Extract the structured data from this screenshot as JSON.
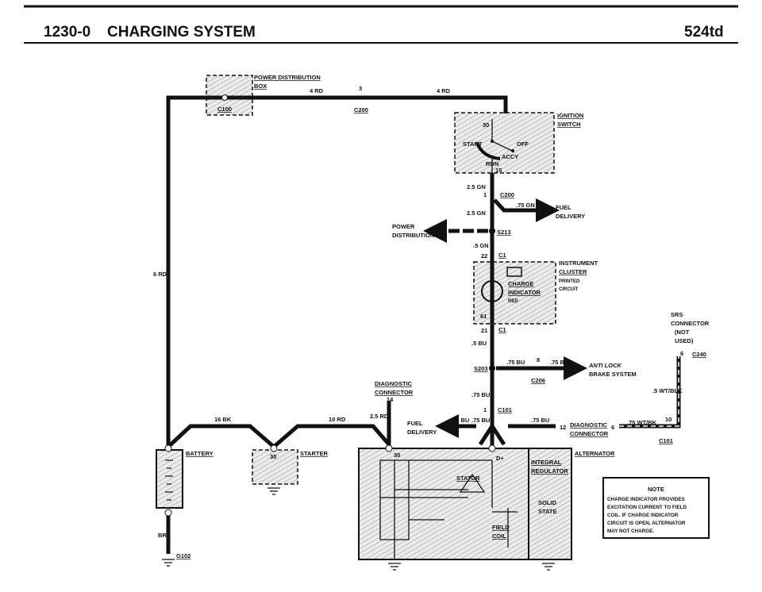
{
  "header": {
    "section": "1230-0",
    "title": "CHARGING SYSTEM",
    "model": "524td"
  },
  "components": {
    "power_box": [
      "POWER DISTRIBUTION",
      "BOX"
    ],
    "ignition": [
      "IGNITION",
      "SWITCH"
    ],
    "ignition_positions": {
      "p30": "30",
      "start": "START",
      "off": "OFF",
      "accy": "ACCY",
      "run": "RUN",
      "p15": "15"
    },
    "cluster": [
      "INSTRUMENT",
      "CLUSTER",
      "PRINTED",
      "CIRCUIT"
    ],
    "indicator": [
      "CHARGE",
      "INDICATOR",
      "RED"
    ],
    "pin61": "61",
    "battery": "BATTERY",
    "starter": "STARTER",
    "starter_pin": "30",
    "alternator": "ALTERNATOR",
    "alt_pin30": "30",
    "alt_dplus": "D+",
    "regulator": [
      "INTEGRAL",
      "REGULATOR",
      "SOLID",
      "STATE"
    ],
    "stator": "STATOR",
    "field_coil": [
      "FIELD",
      "COIL"
    ],
    "srs": [
      "SRS",
      "CONNECTOR",
      "(NOT",
      "USED)"
    ],
    "diag_left": [
      "DIAGNOSTIC",
      "CONNECTOR"
    ],
    "diag_right": [
      "DIAGNOSTIC",
      "CONNECTOR"
    ],
    "fuel1": [
      "FUEL",
      "DELIVERY"
    ],
    "fuel2": [
      "FUEL",
      "DELIVERY"
    ],
    "power_dist": [
      "POWER",
      "DISTRIBUTION"
    ],
    "abs": [
      "ANTI LOCK",
      "BRAKE SYSTEM"
    ]
  },
  "connectors": {
    "c100": "C100",
    "c200a": "C200",
    "c200a_pin": "3",
    "c200b": "C200",
    "c200b_pin": "1",
    "s213": "S213",
    "c1a": "C1",
    "c1a_pin": "22",
    "c1b": "C1",
    "c1b_pin": "21",
    "s203": "S203",
    "c206": "C206",
    "c206_pin": "8",
    "c101a": "C101",
    "c101a_pin": "1",
    "c101b": "C101",
    "c101b_pin": "10",
    "c240": "C240",
    "c240_pin": "6",
    "diag_pin14": "14",
    "diag_pin12": "12",
    "diag_pin6": "6",
    "g102": "G102"
  },
  "wires": {
    "w4rd_a": "4 RD",
    "w4rd_b": "4 RD",
    "w6rd": "6 RD",
    "gn25a": "2.5 GN",
    "gn25b": "2.5 GN",
    "gn75": ".75 GN",
    "gn5": ".5 GN",
    "bu5": ".5 BU",
    "bu75a": ".75 BU",
    "bu75b": ".75 BU",
    "bu75c": ".75 BU",
    "bu75d": ".75 BU",
    "bu75e": ".75 BU",
    "bu75f": ".75 BU",
    "wtblk5": ".5 WT/BLK",
    "wtbk75": ".75 WT/BK",
    "bk16": "16 BK",
    "rd10": "10 RD",
    "rd25": "2.5 RD",
    "br": "BR"
  },
  "note": {
    "title": "NOTE",
    "lines": [
      "CHARGE INDICATOR PROVIDES",
      "EXCITATION CURRENT TO FIELD",
      "COIL.  IF CHARGE INDICATOR",
      "CIRCUIT IS OPEN, ALTERNATOR",
      "MAY NOT CHARGE."
    ]
  }
}
